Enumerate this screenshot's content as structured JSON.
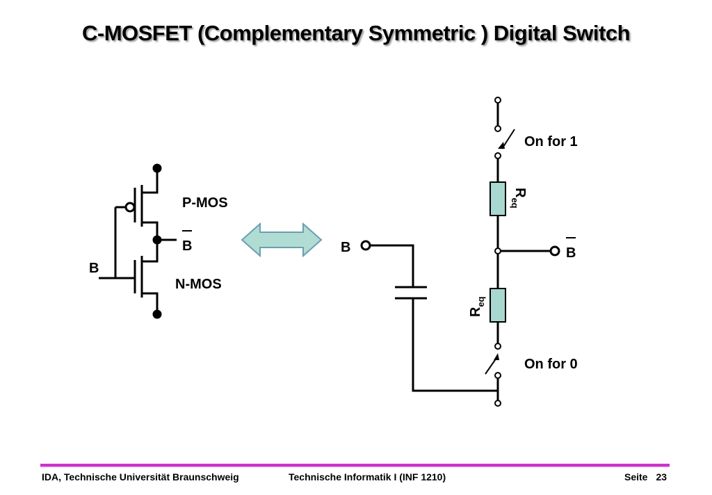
{
  "title": "C-MOSFET (Complementary Symmetric ) Digital Switch",
  "labels": {
    "pmos": "P-MOS",
    "nmos": "N-MOS",
    "b_not": "B",
    "b_input": "B",
    "switch_input": "B",
    "switch_output": "B",
    "r_main": "R",
    "r_sub": "eq",
    "on_for_1": "On for 1",
    "on_for_0": "On for 0"
  },
  "colors": {
    "resistor_fill": "#a8d8d0",
    "arrow_fill": "#b0dcd4",
    "arrow_stroke": "#6a9fb0",
    "footer_line": "#cc33cc"
  },
  "footer": {
    "left": "IDA, Technische Universität Braunschweig",
    "center": "Technische Informatik I (INF 1210)",
    "page_label": "Seite",
    "page_number": "23"
  }
}
